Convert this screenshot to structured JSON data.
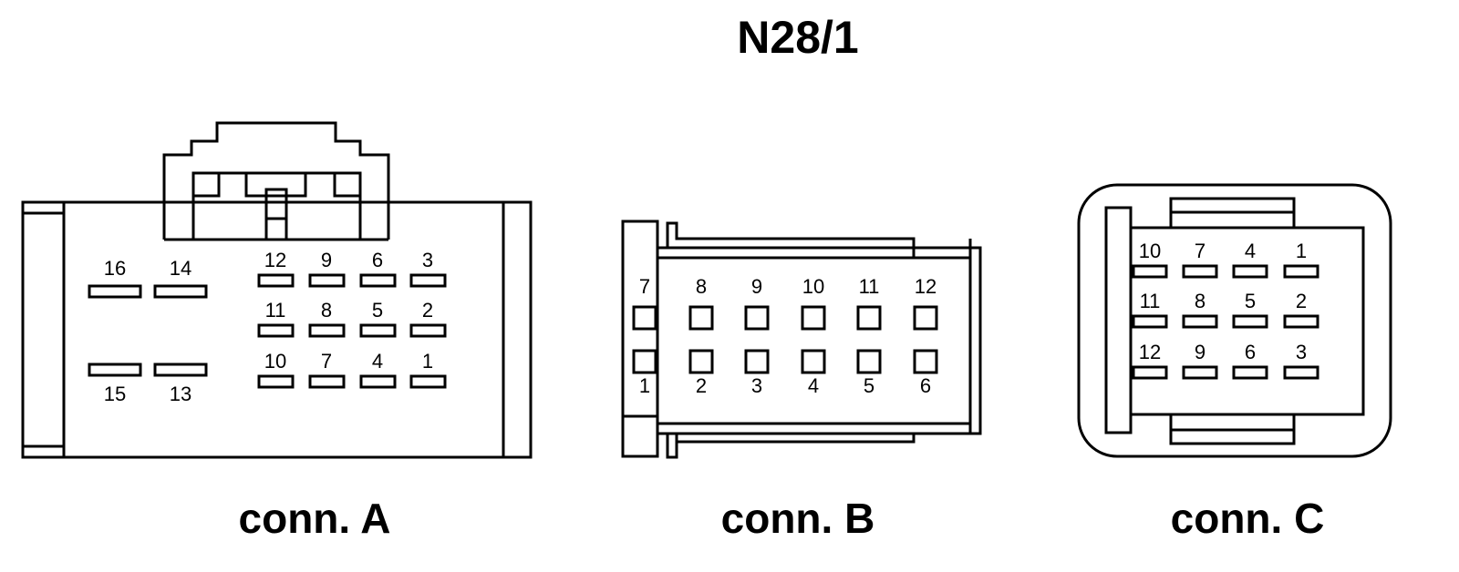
{
  "title": "N28/1",
  "colors": {
    "line": "#000000",
    "background": "#ffffff"
  },
  "connectors": [
    {
      "id": "A",
      "caption": "conn. A",
      "pin_grid": [
        [
          "16",
          "14",
          "12",
          "9",
          "6",
          "3"
        ],
        [
          "11",
          "8",
          "5",
          "2"
        ],
        [
          "10",
          "7",
          "4",
          "1"
        ],
        [
          "15",
          "13"
        ]
      ]
    },
    {
      "id": "B",
      "caption": "conn. B",
      "top_row": [
        "7",
        "8",
        "9",
        "10",
        "11",
        "12"
      ],
      "bottom_row": [
        "1",
        "2",
        "3",
        "4",
        "5",
        "6"
      ]
    },
    {
      "id": "C",
      "caption": "conn. C",
      "rows": [
        [
          "10",
          "7",
          "4",
          "1"
        ],
        [
          "11",
          "8",
          "5",
          "2"
        ],
        [
          "12",
          "9",
          "6",
          "3"
        ]
      ]
    }
  ]
}
